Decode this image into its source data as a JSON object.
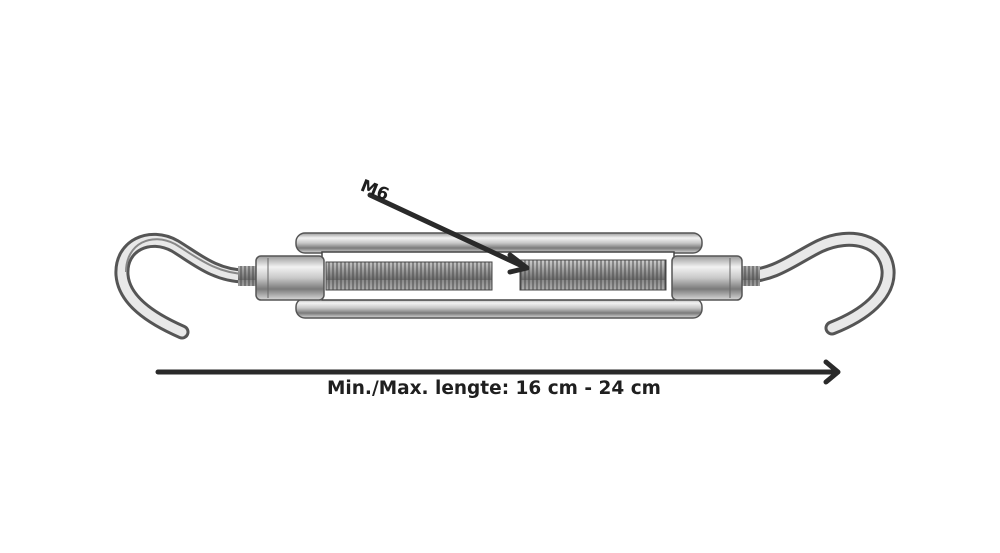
{
  "product": {
    "name": "turnbuckle-hook-hook",
    "thread_label": "M6",
    "length_label": "Min./Max. lengte: 16 cm - 24 cm"
  },
  "colors": {
    "background": "#ffffff",
    "annotation": "#2a2a2a",
    "metal_light": "#e6e6e6",
    "metal_mid": "#b4b4b4",
    "metal_dark": "#5a5a5a"
  }
}
